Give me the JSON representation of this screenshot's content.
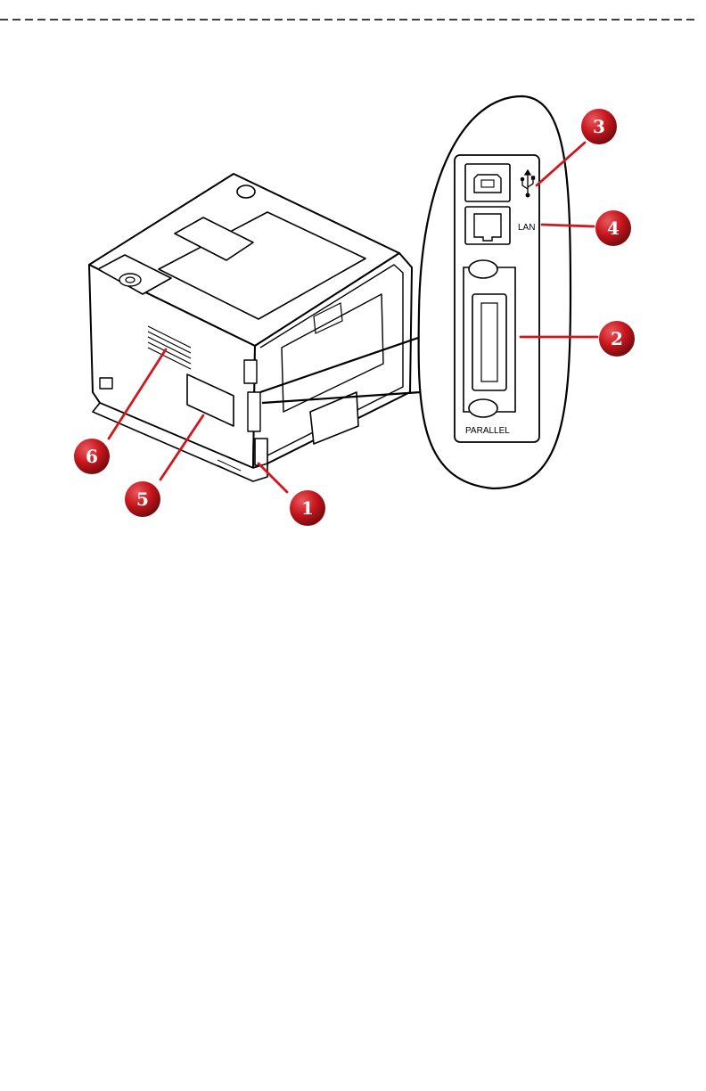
{
  "ports": {
    "lan_label": "LAN",
    "parallel_label": "PARALLEL"
  },
  "callouts": [
    {
      "number": "1"
    },
    {
      "number": "2"
    },
    {
      "number": "3"
    },
    {
      "number": "4"
    },
    {
      "number": "5"
    },
    {
      "number": "6"
    }
  ],
  "colors": {
    "callout": "#c8161d",
    "leader": "#d2161e",
    "outline": "#000000"
  },
  "icons": {
    "usb": "usb-icon"
  }
}
